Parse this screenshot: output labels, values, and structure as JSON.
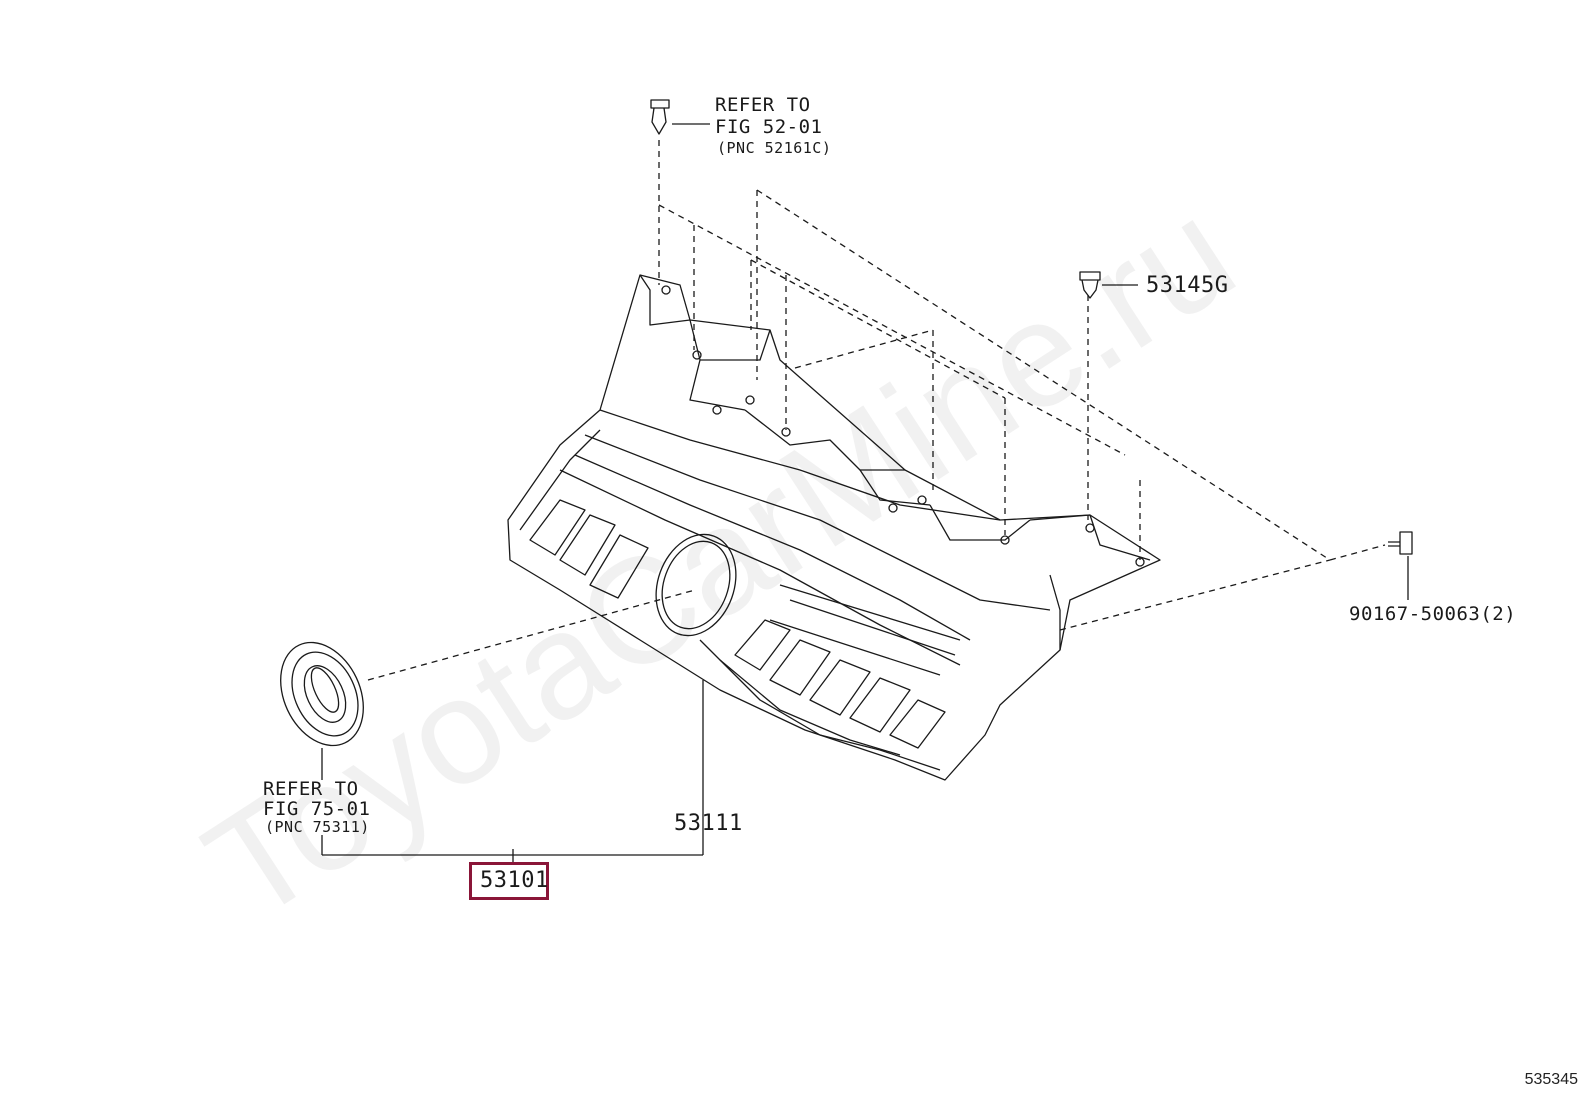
{
  "watermark": "ToyotaCarMine.ru",
  "figure_id": "535345",
  "colors": {
    "highlight": "#8a1538",
    "line": "#1a1a1a"
  },
  "callouts": {
    "clip_top": {
      "line1": "REFER TO",
      "line2": "FIG 52-01",
      "line3": "(PNC 52161C)"
    },
    "emblem": {
      "line1": "REFER TO",
      "line2": "FIG 75-01",
      "line3": "(PNC 75311)"
    },
    "part_53145g": "53145G",
    "part_90167": "90167-50063(2)",
    "part_53111": "53111",
    "part_53101": "53101"
  }
}
